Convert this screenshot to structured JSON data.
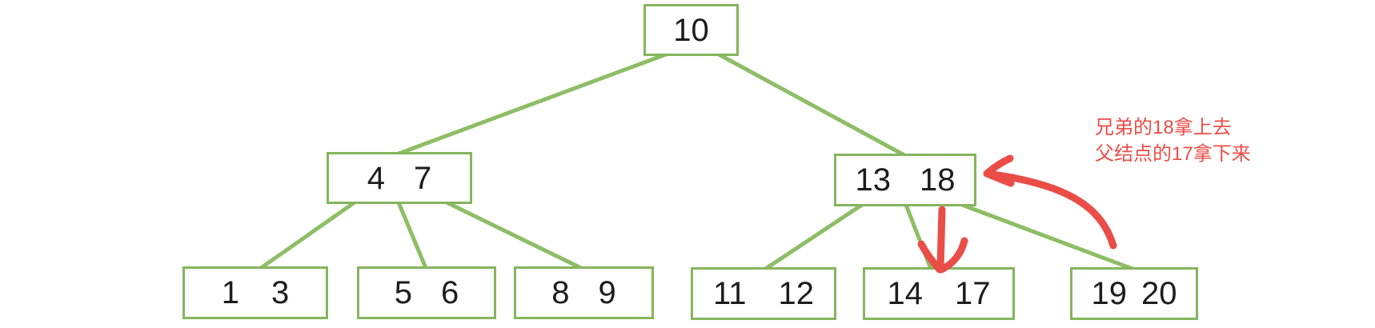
{
  "title": "b-tree-borrow-rotation-diagram",
  "colors": {
    "node_border_green": "#85b55c",
    "edge_green": "#8ebd66",
    "annotation_red": "#ea4d48",
    "key_text_black": "#1c1c1c",
    "background": "#ffffff"
  },
  "tree": {
    "root": {
      "keys": [
        "10"
      ]
    },
    "level2": [
      {
        "keys": [
          "4",
          "7"
        ]
      },
      {
        "keys": [
          "13",
          "18"
        ]
      }
    ],
    "leaves": [
      {
        "keys": [
          "1",
          "3"
        ]
      },
      {
        "keys": [
          "5",
          "6"
        ]
      },
      {
        "keys": [
          "8",
          "9"
        ]
      },
      {
        "keys": [
          "11",
          "12"
        ]
      },
      {
        "keys": [
          "14",
          "17"
        ]
      },
      {
        "keys": [
          "19",
          "20"
        ]
      }
    ]
  },
  "annotation": {
    "line1": "兄弟的18拿上去",
    "line2": "父结点的17拿下来"
  },
  "icons": {
    "red-down-arrow-icon": "↓",
    "red-curved-arrow-icon": "↖"
  }
}
